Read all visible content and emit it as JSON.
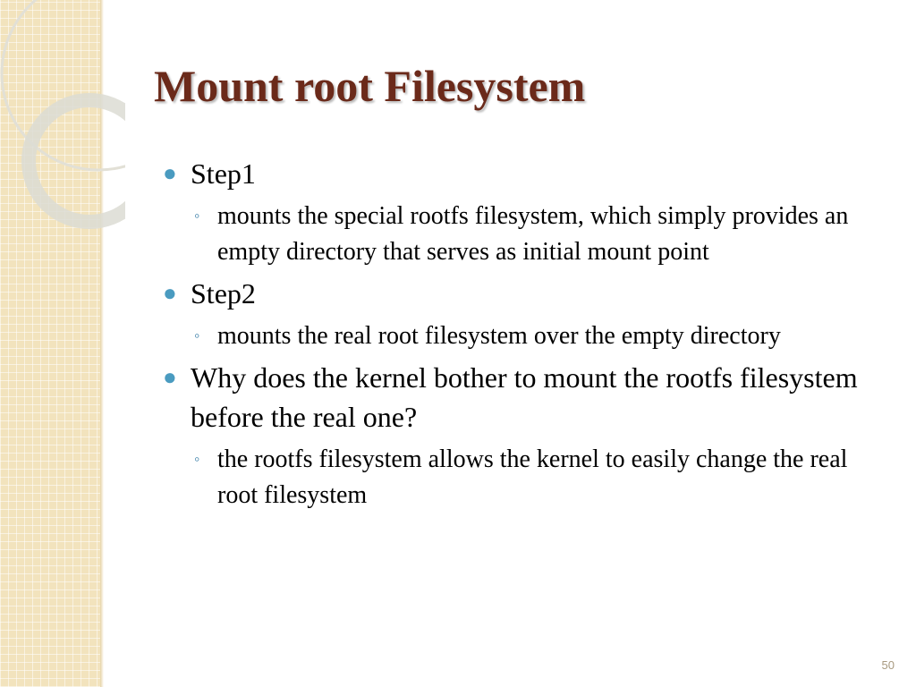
{
  "slide": {
    "title": "Mount root Filesystem",
    "page_number": "50",
    "bullets": [
      {
        "text": "Step1",
        "sub": "mounts the special rootfs filesystem, which simply provides an empty directory that serves as initial mount point"
      },
      {
        "text": "Step2",
        "sub": "mounts the real root filesystem over the empty directory"
      },
      {
        "text": "Why does the kernel bother to mount the rootfs filesystem before the real one?",
        "sub": "the rootfs filesystem allows the kernel to easily change the real root filesystem"
      }
    ]
  },
  "theme": {
    "title_color": "#6b2a1a",
    "bullet_color": "#4a9bc0",
    "side_panel_color": "#f2e3bd",
    "circle_color": "#e2e0d6"
  }
}
